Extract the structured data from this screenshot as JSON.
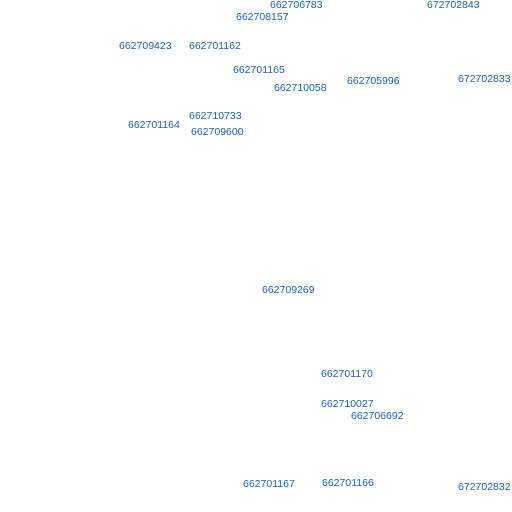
{
  "colors": {
    "label": "#1f5fc4",
    "background": "#ffffff"
  },
  "labels": [
    "662706783",
    "672702843",
    "662708157",
    "662709423",
    "662701162",
    "662701165",
    "662710058",
    "662705996",
    "672702833",
    "662710733",
    "662701164",
    "662709600",
    "662709269",
    "662701170",
    "662710027",
    "662706692",
    "662701167",
    "662701166",
    "672702832"
  ]
}
